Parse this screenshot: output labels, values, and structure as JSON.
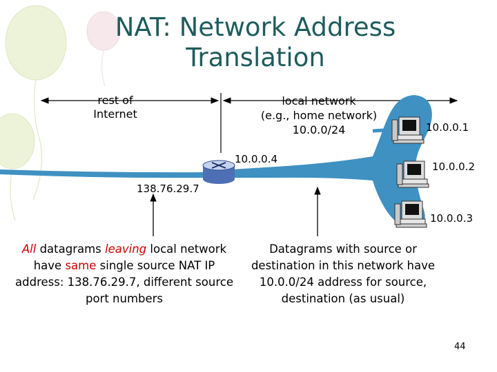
{
  "title": {
    "line1": "NAT: Network Address",
    "line2": "Translation"
  },
  "labels": {
    "rest_line1": "rest of",
    "rest_line2": "Internet",
    "local_line1": "local network",
    "local_line2": "(e.g., home network)",
    "local_line3": "10.0.0/24",
    "router_local_ip": "10.0.0.4",
    "router_public_ip": "138.76.29.7",
    "host1_ip": "10.0.0.1",
    "host2_ip": "10.0.0.2",
    "host3_ip": "10.0.0.3"
  },
  "left_caption": {
    "all": "All",
    "p1": " datagrams ",
    "leaving": "leaving",
    "p2": " local network have ",
    "same": "same",
    "p3": " single source NAT IP address: 138.76.29.7, different source port numbers"
  },
  "right_caption": "Datagrams with source or destination in this network have 10.0.0/24 address for source, destination (as usual)",
  "page_number": "44",
  "colors": {
    "title": "#1f5c5c",
    "network": "#3f91c2",
    "emphasis": "#cc0000",
    "balloon_fill": "#e7efcc",
    "router": "#4f6fb5"
  },
  "icons": [
    "balloon-icon",
    "router-icon",
    "computer-icon"
  ]
}
